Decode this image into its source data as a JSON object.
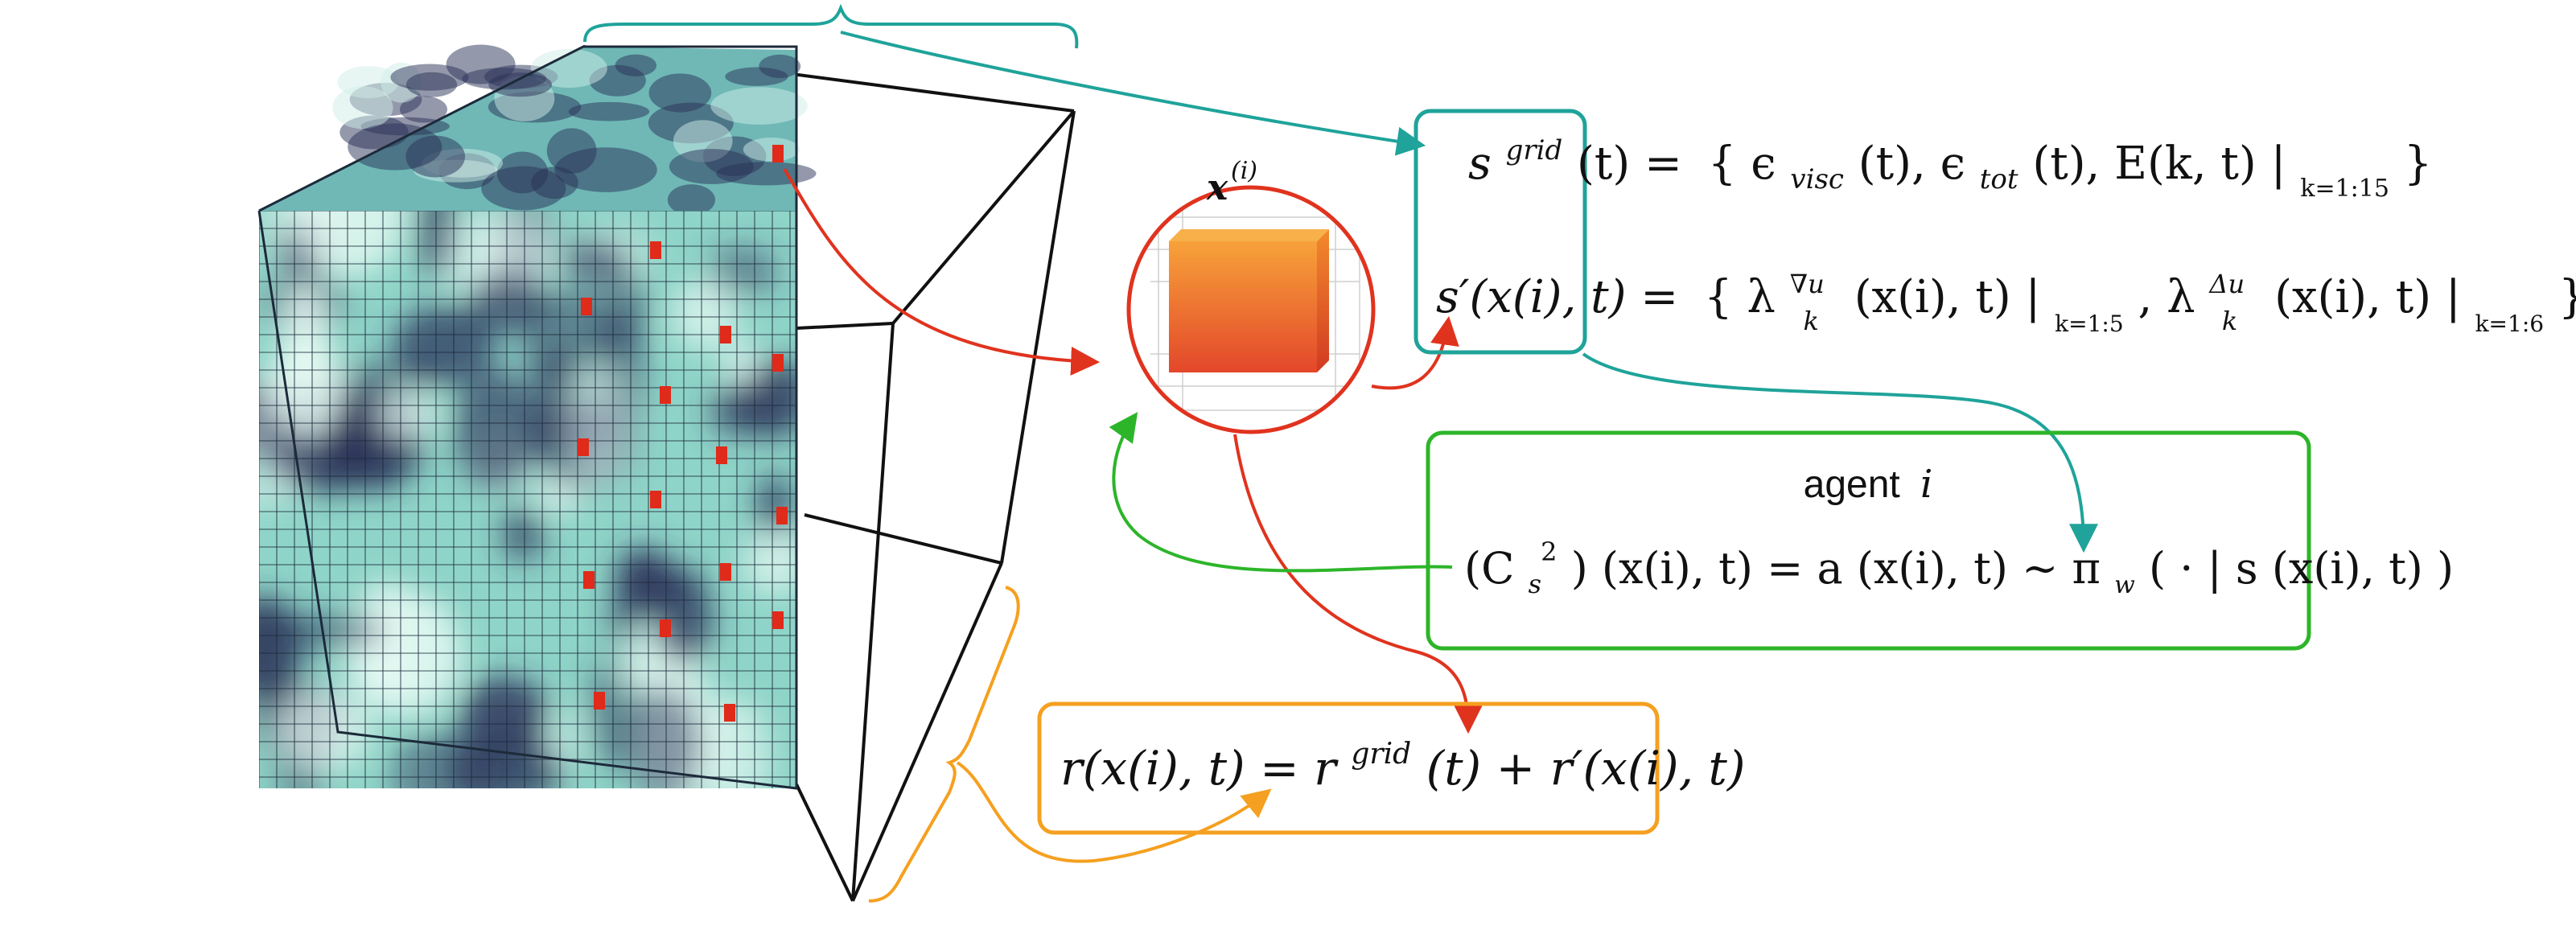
{
  "colors": {
    "teal": "#1fa39a",
    "red": "#e0331e",
    "green": "#2db52a",
    "orange": "#f5a020",
    "cell_dark": "#2a3258",
    "cell_light": "#8ed8cc",
    "marked_cell": "#e02a1a"
  },
  "icons": {
    "cube": "cube-grid-icon",
    "zoom": "magnifier-circle-icon",
    "agent_box": "agent-box"
  },
  "labels": {
    "point": "x(i)",
    "agent_title": "agent",
    "agent_index": "i"
  },
  "equations": {
    "s_grid": {
      "lhs": "s",
      "lhs_sup": "grid",
      "lhs_arg": "(t) =",
      "rhs_1": "{ ϵ",
      "rhs_1_sub": "visc",
      "rhs_2": "(t), ϵ",
      "rhs_2_sub": "tot",
      "rhs_3": "(t), E(k, t) |",
      "rhs_3_sub": "k=1:15",
      "rhs_end": "}"
    },
    "s_local": {
      "lhs": "s′(x(i), t) =",
      "rhs_1": "{ λ",
      "rhs_1_sup": "∇u",
      "rhs_1_sub": "k",
      "rhs_2": "(x(i), t) |",
      "rhs_2_sub": "k=1:5",
      "rhs_3": ", λ",
      "rhs_3_sup": "Δu",
      "rhs_3_sub": "k",
      "rhs_4": "(x(i), t) |",
      "rhs_4_sub": "k=1:6",
      "rhs_end": "}"
    },
    "policy": {
      "lhs": "(C",
      "lhs_sub": "s",
      "lhs_sup": "2",
      "rest": ") (x(i), t) = a (x(i), t) ∼ π",
      "pi_sub": "w",
      "tail": "( · | s (x(i), t) )"
    },
    "reward": {
      "text_1": "r(x(i), t) = r",
      "text_1_sup": "grid",
      "text_2": "(t) + r′(x(i), t)"
    }
  }
}
